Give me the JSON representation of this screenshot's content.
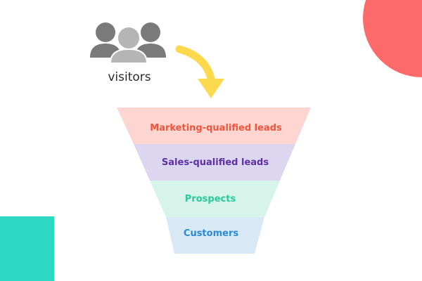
{
  "visitors": {
    "label": "visitors",
    "icon": "people-group-icon"
  },
  "arrow": {
    "icon": "curved-arrow-down-icon",
    "color": "#FDD94E"
  },
  "funnel": {
    "stages": [
      {
        "label": "Marketing-qualified leads",
        "fill": "#FDD6D2",
        "text_color": "#F0563C"
      },
      {
        "label": "Sales-qualified leads",
        "fill": "#DCD6F0",
        "text_color": "#5E31A8"
      },
      {
        "label": "Prospects",
        "fill": "#D6F4EA",
        "text_color": "#2CC99A"
      },
      {
        "label": "Customers",
        "fill": "#D8E9F5",
        "text_color": "#2A8BD4"
      }
    ]
  },
  "decor": {
    "corner_circle_color": "#FD6A6A",
    "corner_square_color": "#2ED9C3"
  }
}
